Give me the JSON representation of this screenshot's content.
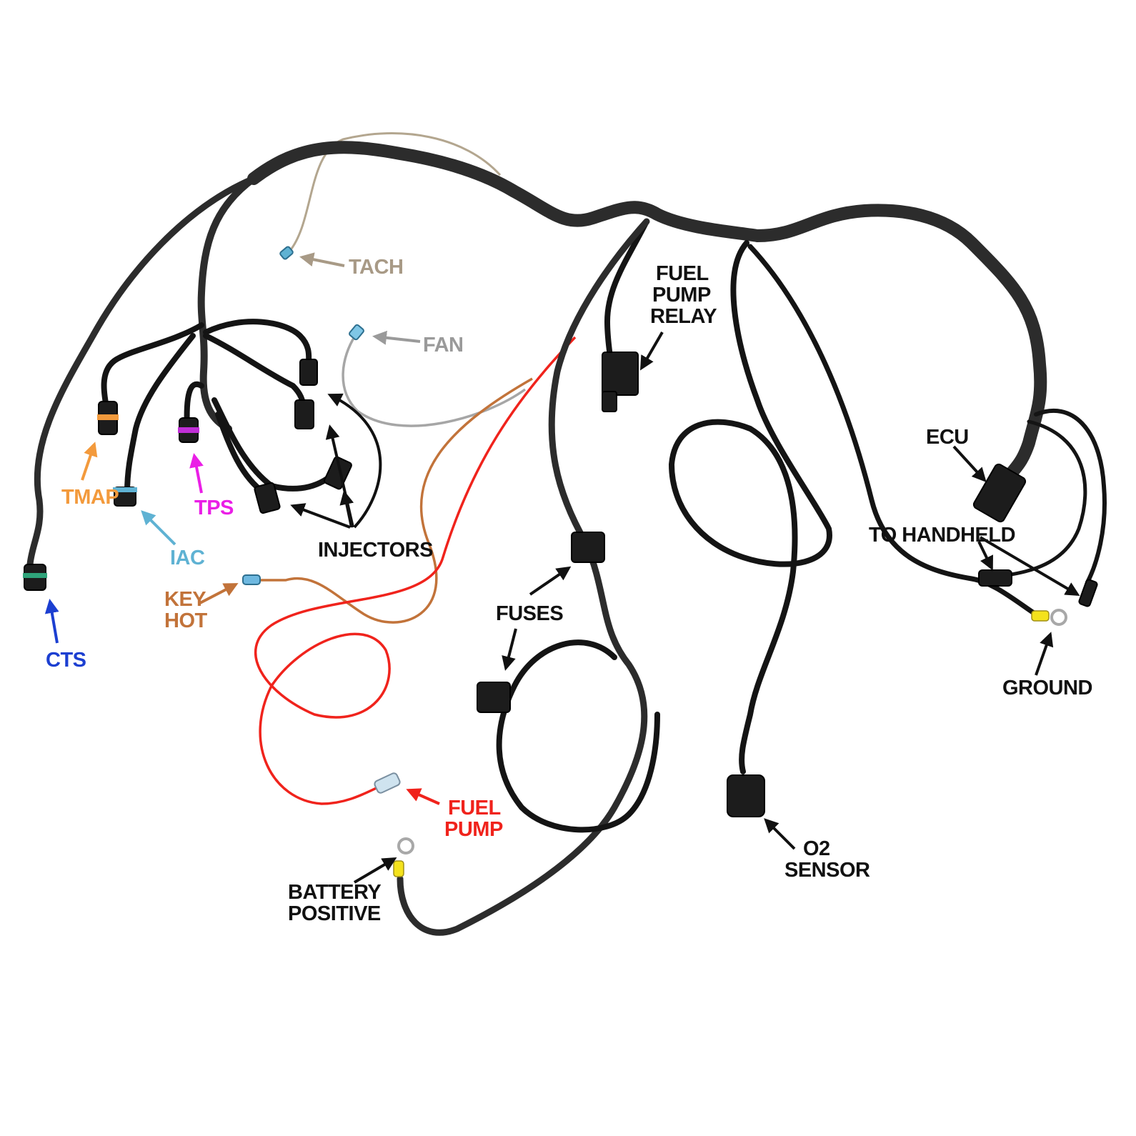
{
  "labels": {
    "tach": "TACH",
    "fan": "FAN",
    "fuel_pump_relay": [
      "FUEL",
      "PUMP",
      "RELAY"
    ],
    "tmap": "TMAP",
    "tps": "TPS",
    "iac": "IAC",
    "injectors": "INJECTORS",
    "cts": "CTS",
    "key_hot": [
      "KEY",
      "HOT"
    ],
    "fuses": "FUSES",
    "fuel_pump": [
      "FUEL",
      "PUMP"
    ],
    "battery_positive": [
      "BATTERY",
      "POSITIVE"
    ],
    "o2_sensor": [
      "O2",
      "SENSOR"
    ],
    "ecu": "ECU",
    "to_handheld": "TO HANDHELD",
    "ground": "GROUND"
  },
  "colors": {
    "harness": "#141414",
    "tach": "#a89a86",
    "fan": "#9a9a9a",
    "tmap": "#f39a3c",
    "tps": "#ea1fe6",
    "iac": "#5fb2d3",
    "cts": "#1c3fd1",
    "key_hot": "#c2733a",
    "fuel_pump": "#f0231c",
    "black_label": "#111111"
  }
}
